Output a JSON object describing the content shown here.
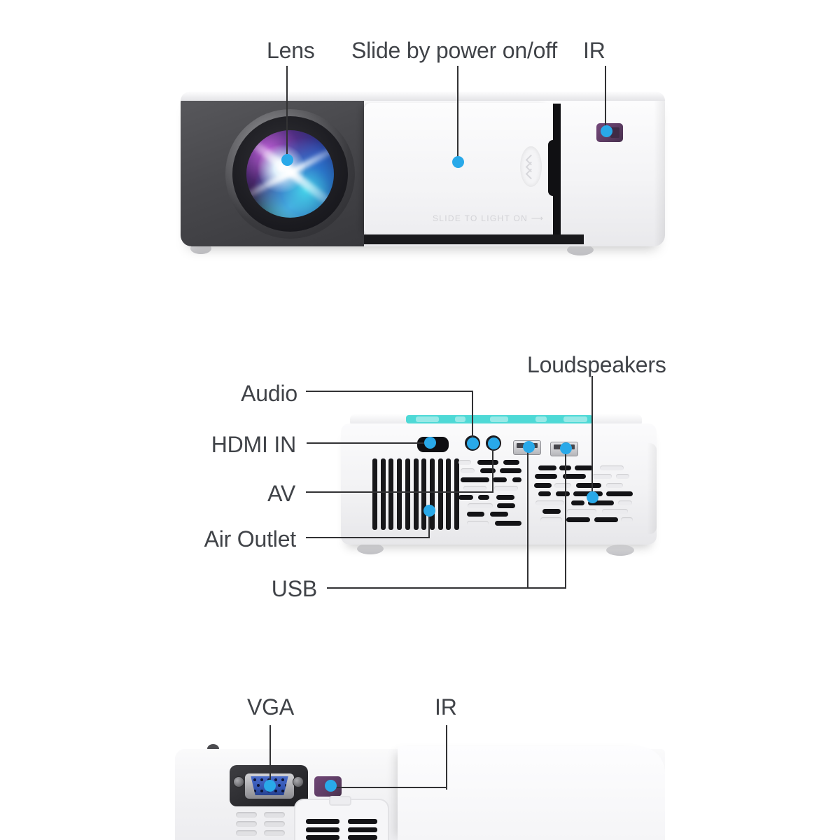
{
  "front": {
    "lens_label": "Lens",
    "slide_label": "Slide by power on/off",
    "ir_label": "IR",
    "slide_cover_text": "SLIDE TO LIGHT ON ⟶"
  },
  "rear": {
    "audio_label": "Audio",
    "hdmi_label": "HDMI IN",
    "av_label": "AV",
    "air_outlet_label": "Air Outlet",
    "usb_label": "USB",
    "loudspeakers_label": "Loudspeakers"
  },
  "bottom": {
    "vga_label": "VGA",
    "ir_label": "IR"
  },
  "colors": {
    "marker_blue": "#29a9e9",
    "callout_line": "#323234",
    "label_text": "#404348",
    "teal_strip": "#4ed9d6",
    "ir_purple": "#5d3c63",
    "vga_blue": "#3356b4"
  }
}
